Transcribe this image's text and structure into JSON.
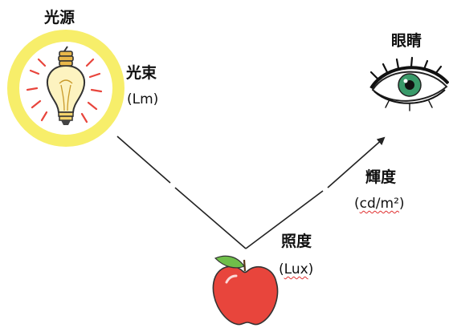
{
  "source": {
    "title": "光源",
    "icon": "light-bulb-icon",
    "glow_color": "#f7ee6a",
    "ray_color": "#e8453c"
  },
  "luminous_flux": {
    "title": "光束",
    "unit": "(Lm)"
  },
  "illuminance": {
    "title": "照度",
    "unit_open": "(",
    "unit_word": "Lux",
    "unit_close": ")",
    "object_icon": "apple-icon",
    "object_color": "#e8453c"
  },
  "luminance": {
    "title": "輝度",
    "unit_open": "(",
    "unit_word": "cd/m²",
    "unit_close": ")"
  },
  "eye": {
    "title": "眼睛",
    "icon": "eye-icon",
    "iris_color": "#3a9a6a"
  }
}
